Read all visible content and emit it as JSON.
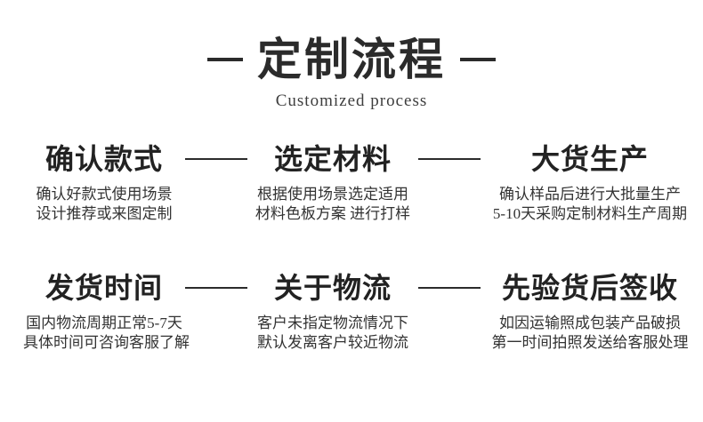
{
  "header": {
    "title": "定制流程",
    "subtitle": "Customized process"
  },
  "process": {
    "rows": [
      {
        "steps": [
          {
            "title": "确认款式",
            "desc_line1": "确认好款式使用场景",
            "desc_line2": "设计推荐或来图定制"
          },
          {
            "title": "选定材料",
            "desc_line1": "根据使用场景选定适用",
            "desc_line2": "材料色板方案 进行打样"
          },
          {
            "title": "大货生产",
            "desc_line1": "确认样品后进行大批量生产",
            "desc_line2": "5-10天采购定制材料生产周期"
          }
        ]
      },
      {
        "steps": [
          {
            "title": "发货时间",
            "desc_line1": "国内物流周期正常5-7天",
            "desc_line2": "具体时间可咨询客服了解"
          },
          {
            "title": "关于物流",
            "desc_line1": "客户未指定物流情况下",
            "desc_line2": "默认发离客户较近物流"
          },
          {
            "title": "先验货后签收",
            "desc_line1": "如因运输照成包装产品破损",
            "desc_line2": "第一时间拍照发送给客服处理"
          }
        ]
      }
    ]
  },
  "colors": {
    "background": "#ffffff",
    "title_text": "#2b2b2b",
    "heading_text": "#222222",
    "body_text": "#333333",
    "line": "#2b2b2b"
  }
}
